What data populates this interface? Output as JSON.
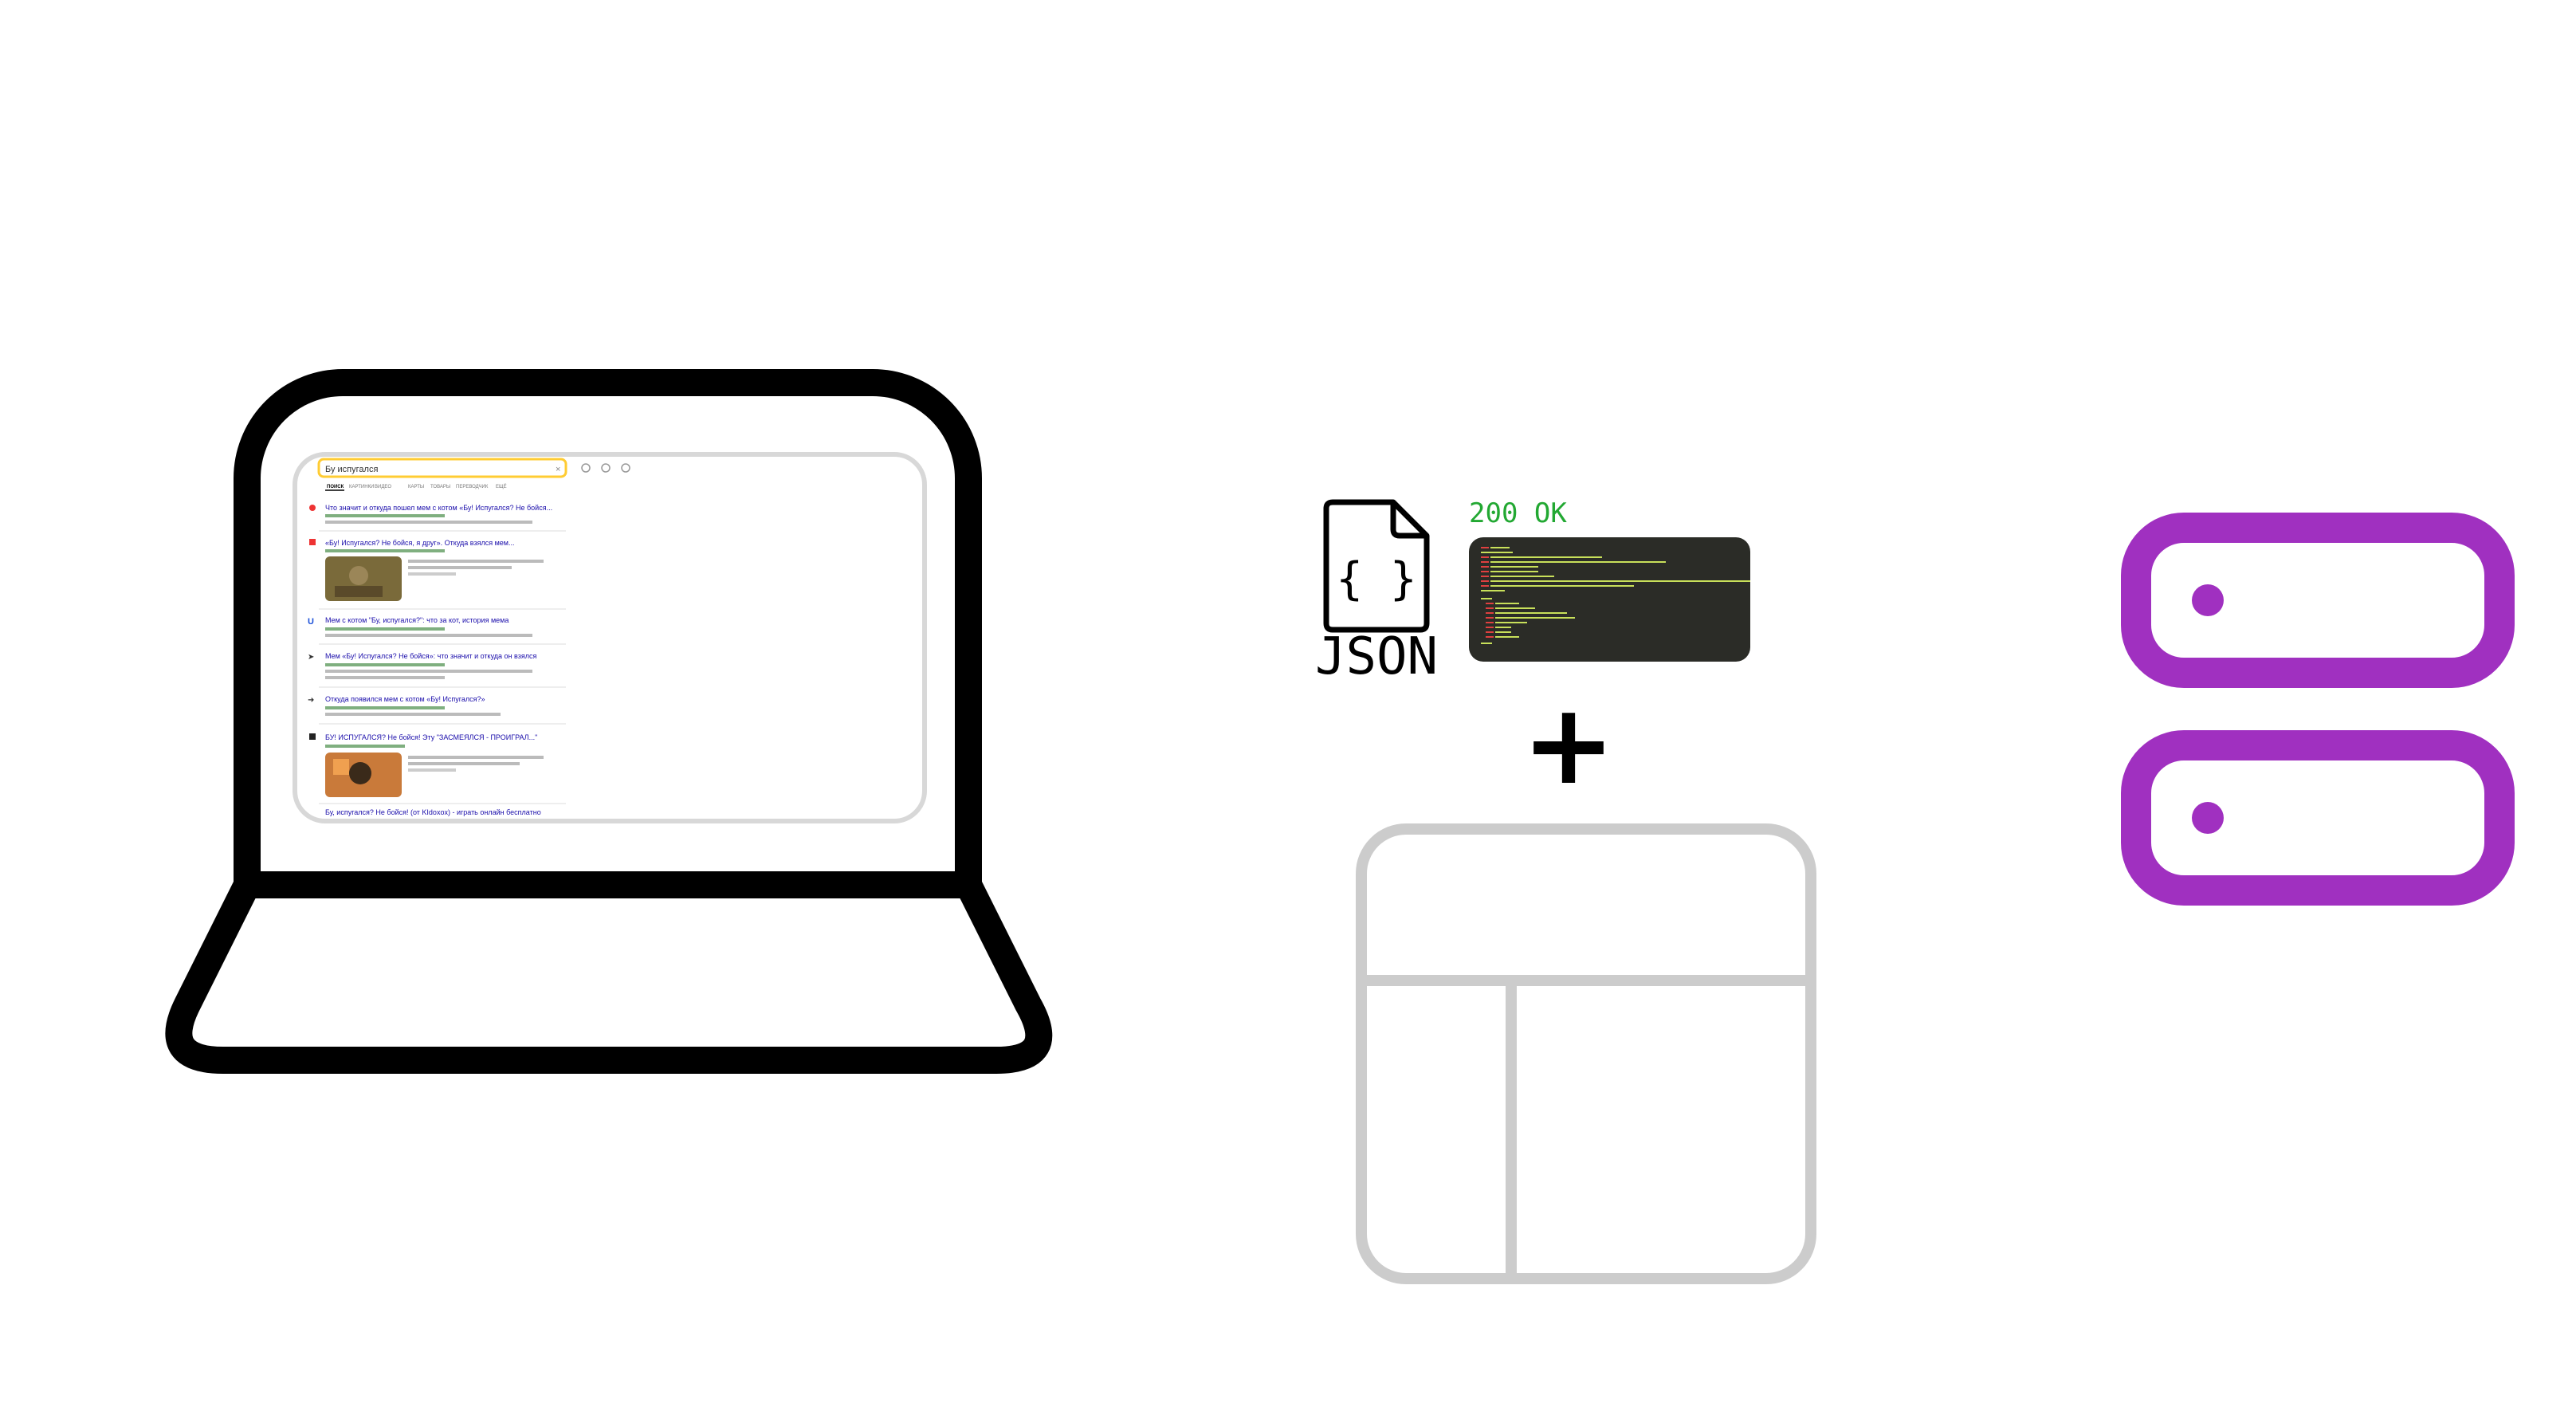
{
  "browser": {
    "search_query": "Бу испугался",
    "tabs": [
      "ПОИСК",
      "КАРТИНКИ",
      "ВИДЕО",
      "КАРТЫ",
      "ТОВАРЫ",
      "ПЕРЕВОДЧИК",
      "ЕЩЁ"
    ],
    "results": [
      {
        "title": "Что значит и откуда пошел мем с котом «Бу! Испугался? Не бойся..."
      },
      {
        "title": "«Бу! Испугался? Не бойся, я друг». Откуда взялся мем..."
      },
      {
        "title": "Мем с котом \"Бу, испугался?\": что за кот, история мема"
      },
      {
        "title": "Мем «Бу! Испугался? Не бойся»: что значит и откуда он взялся"
      },
      {
        "title": "Откуда появился мем с котом «Бу! Испугался?»"
      },
      {
        "title": "БУ! ИСПУГАЛСЯ? Не бойся! Эту \"ЗАСМЕЯЛСЯ - ПРОИГРАЛ...\""
      },
      {
        "title": "Бу, испугался? Не бойся! (от KIdoxox) - играть онлайн бесплатно"
      }
    ]
  },
  "response": {
    "status_text": "200 OK",
    "file_label": "JSON",
    "file_braces": "{ }"
  },
  "plus_symbol": "+",
  "colors": {
    "laptop": "#000000",
    "status_green": "#22a832",
    "terminal_bg": "#2b2c27",
    "layout_gray": "#cccccc",
    "server_purple": "#a030c0"
  }
}
